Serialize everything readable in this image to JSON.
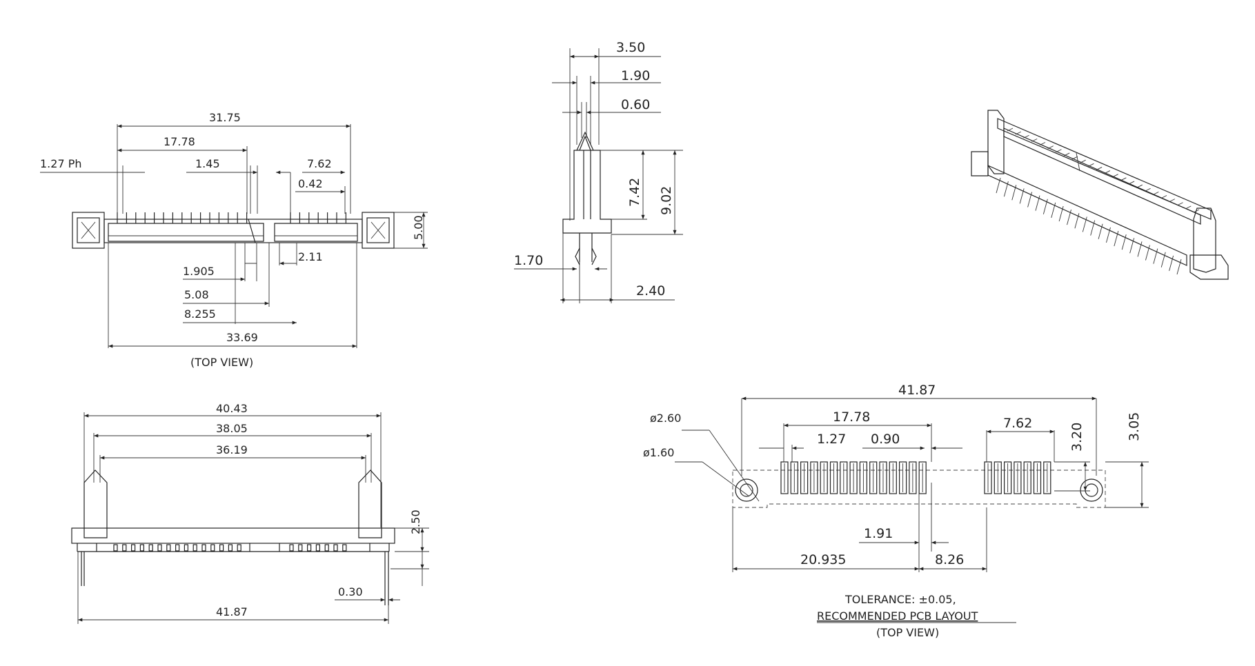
{
  "top_view": {
    "dims": {
      "d31_75": "31.75",
      "d17_78": "17.78",
      "pitch": "1.27 Ph",
      "d1_45": "1.45",
      "d7_62": "7.62",
      "d0_42": "0.42",
      "d5_00": "5.00",
      "d2_11": "2.11",
      "d1_905": "1.905",
      "d5_08": "5.08",
      "d8_255": "8.255",
      "d33_69": "33.69"
    },
    "caption": "(TOP VIEW)"
  },
  "side_view": {
    "dims": {
      "d3_50": "3.50",
      "d1_90": "1.90",
      "d0_60": "0.60",
      "d7_42": "7.42",
      "d9_02": "9.02",
      "d1_70": "1.70",
      "d2_40": "2.40"
    }
  },
  "front_view": {
    "dims": {
      "d40_43": "40.43",
      "d38_05": "38.05",
      "d36_19": "36.19",
      "d2_50": "2.50",
      "d0_30": "0.30",
      "d41_87": "41.87"
    }
  },
  "pcb_layout": {
    "dims": {
      "d41_87": "41.87",
      "d2_60": "ø2.60",
      "d1_60": "ø1.60",
      "d17_78": "17.78",
      "d1_27": "1.27",
      "d0_90": "0.90",
      "d7_62": "7.62",
      "d3_20": "3.20",
      "d3_05": "3.05",
      "d1_91": "1.91",
      "d20_935": "20.935",
      "d8_26": "8.26"
    },
    "notes": {
      "tolerance": "TOLERANCE: ±0.05,",
      "title": "RECOMMENDED PCB LAYOUT",
      "caption": "(TOP VIEW)"
    }
  }
}
